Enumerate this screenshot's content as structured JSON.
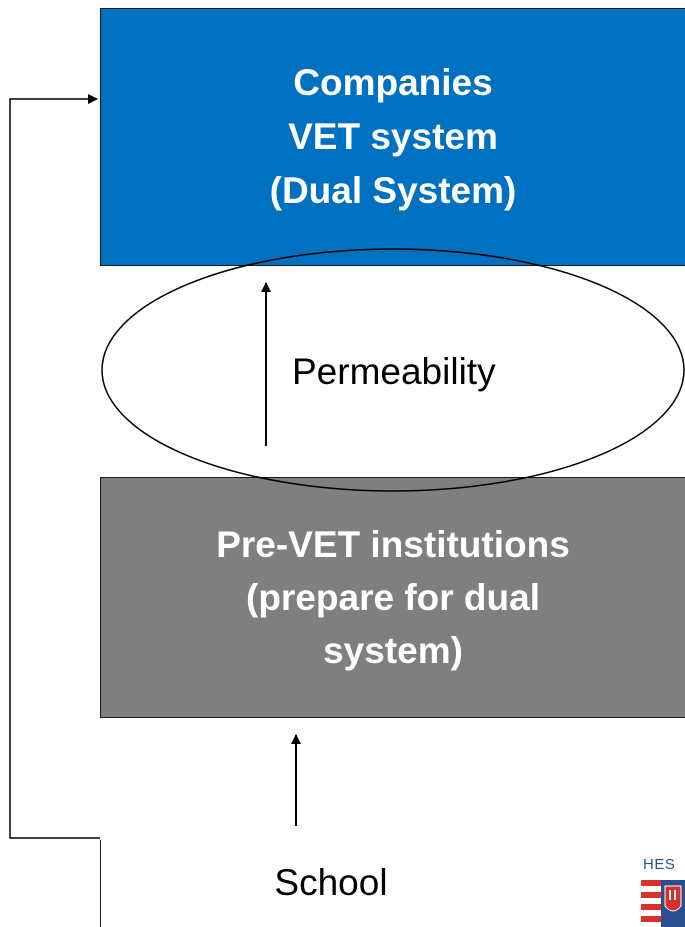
{
  "companies": {
    "lines": [
      "Companies",
      "VET system",
      "(Dual System)"
    ]
  },
  "permeability": {
    "label": "Permeability"
  },
  "prevet": {
    "lines": [
      "Pre-VET institutions",
      "(prepare for dual",
      "system)"
    ]
  },
  "school": {
    "label": "School"
  },
  "logo": {
    "text": "HES"
  },
  "colors": {
    "companies_fill": "#0070c0",
    "prevet_fill": "#7f7f7f",
    "line": "#000000"
  }
}
